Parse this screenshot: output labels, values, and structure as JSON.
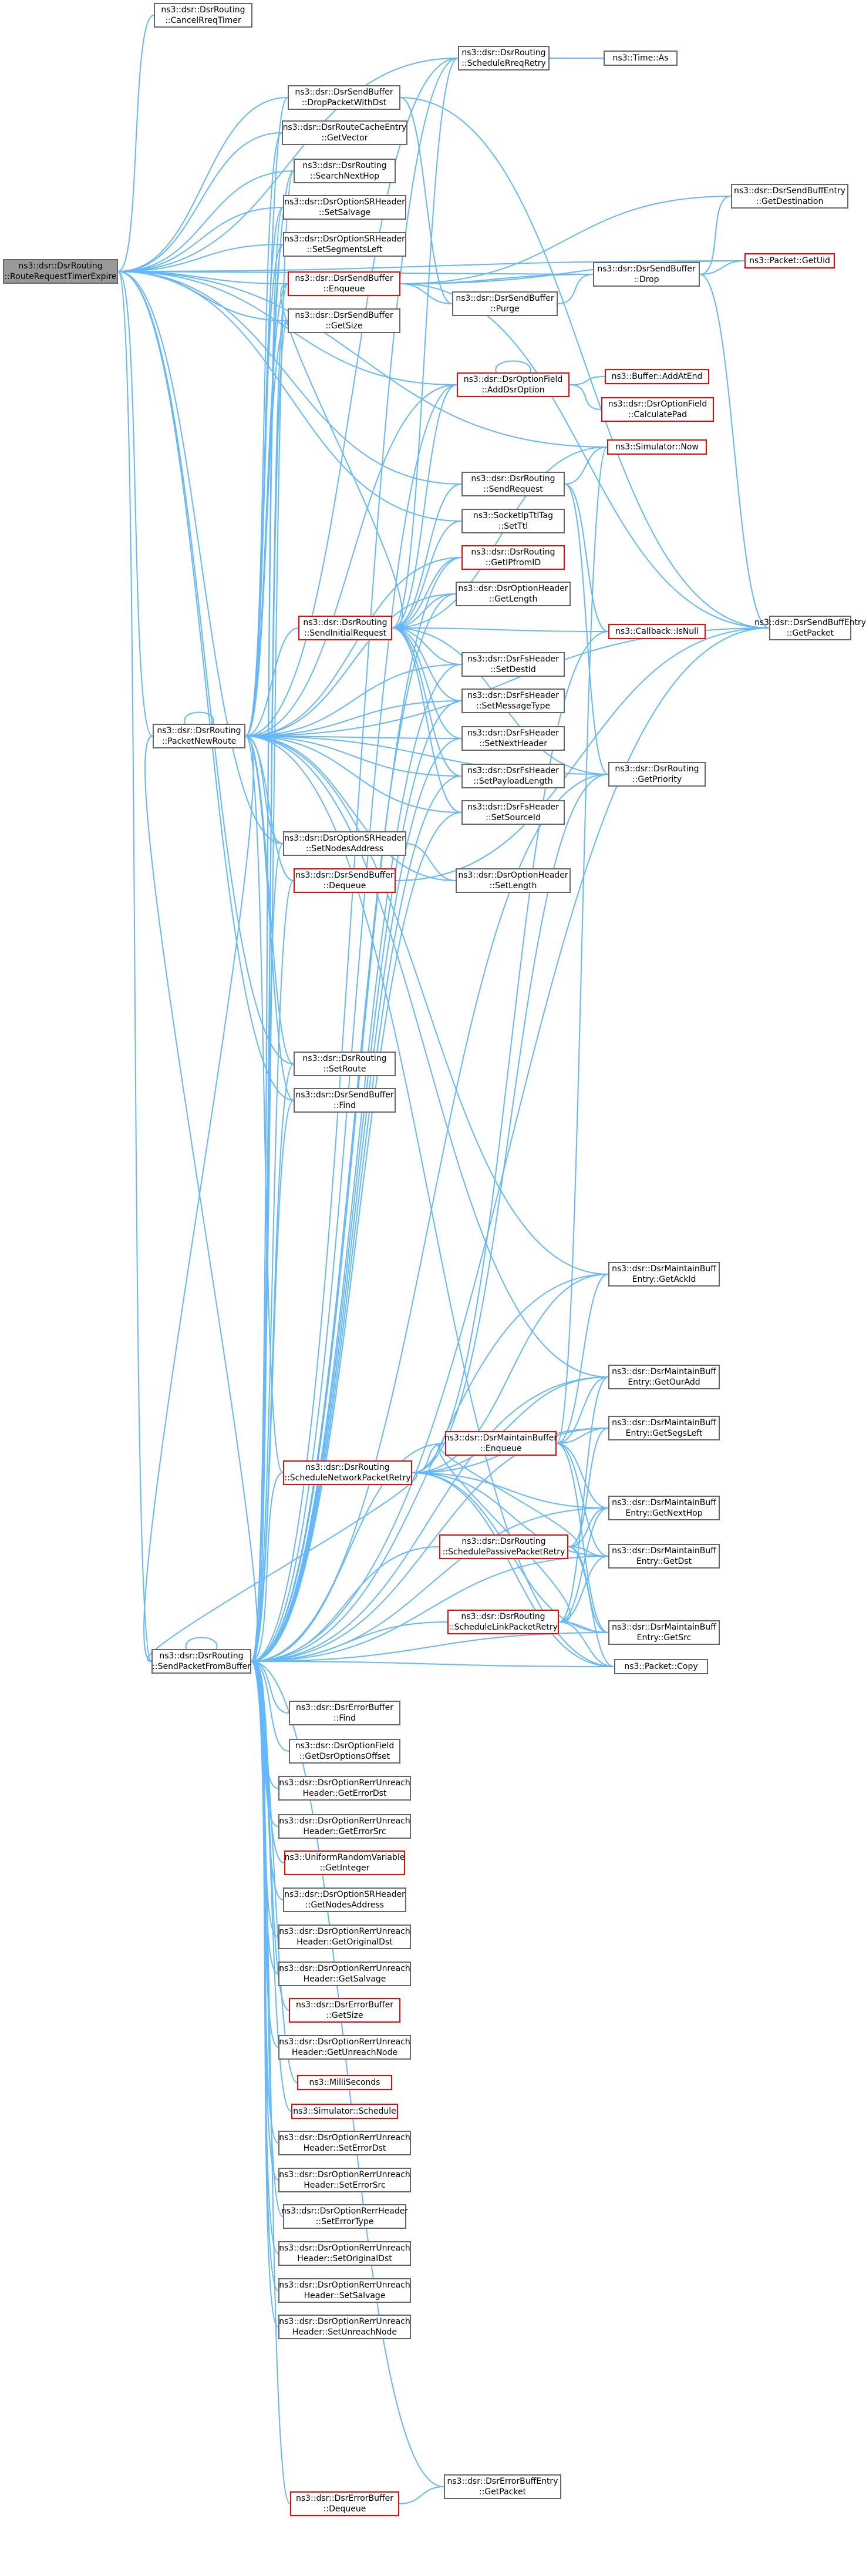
{
  "colors": {
    "edge": "#63b8ff",
    "node_border": "#666666",
    "node_border_highlight": "#ff0000",
    "root_fill": "#999999"
  },
  "nodes": {
    "root": {
      "lines": [
        "ns3::dsr::DsrRouting",
        "::RouteRequestTimerExpire"
      ],
      "style": "root"
    },
    "cancel_rreq": {
      "lines": [
        "ns3::dsr::DsrRouting",
        "::CancelRreqTimer"
      ],
      "style": "normal"
    },
    "sched_rreq": {
      "lines": [
        "ns3::dsr::DsrRouting",
        "::ScheduleRreqRetry"
      ],
      "style": "normal"
    },
    "time_as": {
      "lines": [
        "ns3::Time::As"
      ],
      "style": "normal"
    },
    "drop_withdst": {
      "lines": [
        "ns3::dsr::DsrSendBuffer",
        "::DropPacketWithDst"
      ],
      "style": "normal"
    },
    "rc_getvector": {
      "lines": [
        "ns3::dsr::DsrRouteCacheEntry",
        "::GetVector"
      ],
      "style": "normal"
    },
    "search_nexthop": {
      "lines": [
        "ns3::dsr::DsrRouting",
        "::SearchNextHop"
      ],
      "style": "normal"
    },
    "sr_setsalvage": {
      "lines": [
        "ns3::dsr::DsrOptionSRHeader",
        "::SetSalvage"
      ],
      "style": "normal"
    },
    "sr_setsegleft": {
      "lines": [
        "ns3::dsr::DsrOptionSRHeader",
        "::SetSegmentsLeft"
      ],
      "style": "normal"
    },
    "sb_enqueue": {
      "lines": [
        "ns3::dsr::DsrSendBuffer",
        "::Enqueue"
      ],
      "style": "red"
    },
    "sb_getsize": {
      "lines": [
        "ns3::dsr::DsrSendBuffer",
        "::GetSize"
      ],
      "style": "normal"
    },
    "sb_purge": {
      "lines": [
        "ns3::dsr::DsrSendBuffer",
        "::Purge"
      ],
      "style": "normal"
    },
    "sb_drop": {
      "lines": [
        "ns3::dsr::DsrSendBuffer",
        "::Drop"
      ],
      "style": "normal"
    },
    "sbe_getdest": {
      "lines": [
        "ns3::dsr::DsrSendBuffEntry",
        "::GetDestination"
      ],
      "style": "normal"
    },
    "pkt_getuid": {
      "lines": [
        "ns3::Packet::GetUid"
      ],
      "style": "red"
    },
    "of_adddsr": {
      "lines": [
        "ns3::dsr::DsrOptionField",
        "::AddDsrOption"
      ],
      "style": "red"
    },
    "buf_addatend": {
      "lines": [
        "ns3::Buffer::AddAtEnd"
      ],
      "style": "red"
    },
    "of_calcpad": {
      "lines": [
        "ns3::dsr::DsrOptionField",
        "::CalculatePad"
      ],
      "style": "red"
    },
    "sim_now": {
      "lines": [
        "ns3::Simulator::Now"
      ],
      "style": "red"
    },
    "send_request": {
      "lines": [
        "ns3::dsr::DsrRouting",
        "::SendRequest"
      ],
      "style": "normal"
    },
    "sock_setttl": {
      "lines": [
        "ns3::SocketIpTtlTag",
        "::SetTtl"
      ],
      "style": "normal"
    },
    "get_ipfromid": {
      "lines": [
        "ns3::dsr::DsrRouting",
        "::GetIPfromID"
      ],
      "style": "red"
    },
    "oh_getlength": {
      "lines": [
        "ns3::dsr::DsrOptionHeader",
        "::GetLength"
      ],
      "style": "normal"
    },
    "send_initial": {
      "lines": [
        "ns3::dsr::DsrRouting",
        "::SendInitialRequest"
      ],
      "style": "red"
    },
    "cb_isnull": {
      "lines": [
        "ns3::Callback::IsNull"
      ],
      "style": "red"
    },
    "sbe_getpacket": {
      "lines": [
        "ns3::dsr::DsrSendBuffEntry",
        "::GetPacket"
      ],
      "style": "normal"
    },
    "fs_setdestid": {
      "lines": [
        "ns3::dsr::DsrFsHeader",
        "::SetDestId"
      ],
      "style": "normal"
    },
    "packet_newroute": {
      "lines": [
        "ns3::dsr::DsrRouting",
        "::PacketNewRoute"
      ],
      "style": "normal"
    },
    "fs_setmsgtype": {
      "lines": [
        "ns3::dsr::DsrFsHeader",
        "::SetMessageType"
      ],
      "style": "normal"
    },
    "fs_setnexthdr": {
      "lines": [
        "ns3::dsr::DsrFsHeader",
        "::SetNextHeader"
      ],
      "style": "normal"
    },
    "get_priority": {
      "lines": [
        "ns3::dsr::DsrRouting",
        "::GetPriority"
      ],
      "style": "normal"
    },
    "fs_setpaylen": {
      "lines": [
        "ns3::dsr::DsrFsHeader",
        "::SetPayloadLength"
      ],
      "style": "normal"
    },
    "fs_setsrcid": {
      "lines": [
        "ns3::dsr::DsrFsHeader",
        "::SetSourceId"
      ],
      "style": "normal"
    },
    "sr_setnodes": {
      "lines": [
        "ns3::dsr::DsrOptionSRHeader",
        "::SetNodesAddress"
      ],
      "style": "normal"
    },
    "oh_setlength": {
      "lines": [
        "ns3::dsr::DsrOptionHeader",
        "::SetLength"
      ],
      "style": "normal"
    },
    "sb_dequeue": {
      "lines": [
        "ns3::dsr::DsrSendBuffer",
        "::Dequeue"
      ],
      "style": "red"
    },
    "set_route": {
      "lines": [
        "ns3::dsr::DsrRouting",
        "::SetRoute"
      ],
      "style": "normal"
    },
    "sb_find": {
      "lines": [
        "ns3::dsr::DsrSendBuffer",
        "::Find"
      ],
      "style": "normal"
    },
    "mbe_getackid": {
      "lines": [
        "ns3::dsr::DsrMaintainBuff",
        "Entry::GetAckId"
      ],
      "style": "normal"
    },
    "mbe_getouradd": {
      "lines": [
        "ns3::dsr::DsrMaintainBuff",
        "Entry::GetOurAdd"
      ],
      "style": "normal"
    },
    "mb_enqueue": {
      "lines": [
        "ns3::dsr::DsrMaintainBuffer",
        "::Enqueue"
      ],
      "style": "red"
    },
    "mbe_getsegleft": {
      "lines": [
        "ns3::dsr::DsrMaintainBuff",
        "Entry::GetSegsLeft"
      ],
      "style": "normal"
    },
    "sched_network": {
      "lines": [
        "ns3::dsr::DsrRouting",
        "::ScheduleNetworkPacketRetry"
      ],
      "style": "red"
    },
    "mbe_getnexthop": {
      "lines": [
        "ns3::dsr::DsrMaintainBuff",
        "Entry::GetNextHop"
      ],
      "style": "normal"
    },
    "sched_passive": {
      "lines": [
        "ns3::dsr::DsrRouting",
        "::SchedulePassivePacketRetry"
      ],
      "style": "red"
    },
    "mbe_getdst": {
      "lines": [
        "ns3::dsr::DsrMaintainBuff",
        "Entry::GetDst"
      ],
      "style": "normal"
    },
    "sched_link": {
      "lines": [
        "ns3::dsr::DsrRouting",
        "::ScheduleLinkPacketRetry"
      ],
      "style": "red"
    },
    "mbe_getsrc": {
      "lines": [
        "ns3::dsr::DsrMaintainBuff",
        "Entry::GetSrc"
      ],
      "style": "normal"
    },
    "send_frombuf": {
      "lines": [
        "ns3::dsr::DsrRouting",
        "::SendPacketFromBuffer"
      ],
      "style": "normal"
    },
    "pkt_copy": {
      "lines": [
        "ns3::Packet::Copy"
      ],
      "style": "normal"
    },
    "eb_find": {
      "lines": [
        "ns3::dsr::DsrErrorBuffer",
        "::Find"
      ],
      "style": "normal"
    },
    "of_getoffset": {
      "lines": [
        "ns3::dsr::DsrOptionField",
        "::GetDsrOptionsOffset"
      ],
      "style": "normal"
    },
    "ru_geterrdst": {
      "lines": [
        "ns3::dsr::DsrOptionRerrUnreach",
        "Header::GetErrorDst"
      ],
      "style": "normal"
    },
    "ru_geterrsrc": {
      "lines": [
        "ns3::dsr::DsrOptionRerrUnreach",
        "Header::GetErrorSrc"
      ],
      "style": "normal"
    },
    "urv_getint": {
      "lines": [
        "ns3::UniformRandomVariable",
        "::GetInteger"
      ],
      "style": "red"
    },
    "sr_getnodes": {
      "lines": [
        "ns3::dsr::DsrOptionSRHeader",
        "::GetNodesAddress"
      ],
      "style": "normal"
    },
    "ru_getorigdst": {
      "lines": [
        "ns3::dsr::DsrOptionRerrUnreach",
        "Header::GetOriginalDst"
      ],
      "style": "normal"
    },
    "ru_getsalvage": {
      "lines": [
        "ns3::dsr::DsrOptionRerrUnreach",
        "Header::GetSalvage"
      ],
      "style": "normal"
    },
    "eb_getsize": {
      "lines": [
        "ns3::dsr::DsrErrorBuffer",
        "::GetSize"
      ],
      "style": "red"
    },
    "ru_getunreach": {
      "lines": [
        "ns3::dsr::DsrOptionRerrUnreach",
        "Header::GetUnreachNode"
      ],
      "style": "normal"
    },
    "ms": {
      "lines": [
        "ns3::MilliSeconds"
      ],
      "style": "red"
    },
    "sim_schedule": {
      "lines": [
        "ns3::Simulator::Schedule"
      ],
      "style": "red"
    },
    "ru_seterrdst": {
      "lines": [
        "ns3::dsr::DsrOptionRerrUnreach",
        "Header::SetErrorDst"
      ],
      "style": "normal"
    },
    "ru_seterrsrc": {
      "lines": [
        "ns3::dsr::DsrOptionRerrUnreach",
        "Header::SetErrorSrc"
      ],
      "style": "normal"
    },
    "rh_seterrtype": {
      "lines": [
        "ns3::dsr::DsrOptionRerrHeader",
        "::SetErrorType"
      ],
      "style": "normal"
    },
    "ru_setorigdst": {
      "lines": [
        "ns3::dsr::DsrOptionRerrUnreach",
        "Header::SetOriginalDst"
      ],
      "style": "normal"
    },
    "ru_setsalvage": {
      "lines": [
        "ns3::dsr::DsrOptionRerrUnreach",
        "Header::SetSalvage"
      ],
      "style": "normal"
    },
    "ru_setunreach": {
      "lines": [
        "ns3::dsr::DsrOptionRerrUnreach",
        "Header::SetUnreachNode"
      ],
      "style": "normal"
    },
    "eb_dequeue": {
      "lines": [
        "ns3::dsr::DsrErrorBuffer",
        "::Dequeue"
      ],
      "style": "red"
    },
    "ebe_getpacket": {
      "lines": [
        "ns3::dsr::DsrErrorBuffEntry",
        "::GetPacket"
      ],
      "style": "normal"
    }
  },
  "edges": [
    [
      "root",
      "cancel_rreq"
    ],
    [
      "root",
      "sched_rreq"
    ],
    [
      "root",
      "drop_withdst"
    ],
    [
      "root",
      "rc_getvector"
    ],
    [
      "root",
      "search_nexthop"
    ],
    [
      "root",
      "sr_setsalvage"
    ],
    [
      "root",
      "sr_setsegleft"
    ],
    [
      "root",
      "sb_enqueue"
    ],
    [
      "root",
      "sb_getsize"
    ],
    [
      "root",
      "of_adddsr"
    ],
    [
      "root",
      "sim_now"
    ],
    [
      "root",
      "send_request"
    ],
    [
      "root",
      "sock_setttl"
    ],
    [
      "root",
      "packet_newroute"
    ],
    [
      "root",
      "sr_setnodes"
    ],
    [
      "root",
      "set_route"
    ],
    [
      "root",
      "sb_find"
    ],
    [
      "root",
      "send_frombuf"
    ],
    [
      "root",
      "sb_drop"
    ],
    [
      "root",
      "pkt_getuid"
    ],
    [
      "sched_rreq",
      "time_as"
    ],
    [
      "drop_withdst",
      "sb_purge"
    ],
    [
      "drop_withdst",
      "sbe_getpacket"
    ],
    [
      "sb_enqueue",
      "sb_purge"
    ],
    [
      "sb_enqueue",
      "sb_drop"
    ],
    [
      "sb_enqueue",
      "sbe_getdest"
    ],
    [
      "sb_enqueue",
      "pkt_getuid"
    ],
    [
      "sb_enqueue",
      "sbe_getpacket"
    ],
    [
      "sb_purge",
      "sb_drop"
    ],
    [
      "sb_drop",
      "sbe_getdest"
    ],
    [
      "sb_drop",
      "pkt_getuid"
    ],
    [
      "sb_drop",
      "sbe_getpacket"
    ],
    [
      "of_adddsr",
      "of_adddsr"
    ],
    [
      "of_adddsr",
      "buf_addatend"
    ],
    [
      "of_adddsr",
      "of_calcpad"
    ],
    [
      "send_request",
      "sim_now"
    ],
    [
      "send_request",
      "cb_isnull"
    ],
    [
      "send_request",
      "get_priority"
    ],
    [
      "send_initial",
      "sched_rreq"
    ],
    [
      "send_initial",
      "of_adddsr"
    ],
    [
      "send_initial",
      "get_ipfromid"
    ],
    [
      "send_initial",
      "oh_getlength"
    ],
    [
      "send_initial",
      "cb_isnull"
    ],
    [
      "send_initial",
      "fs_setdestid"
    ],
    [
      "send_initial",
      "fs_setmsgtype"
    ],
    [
      "send_initial",
      "fs_setnexthdr"
    ],
    [
      "send_initial",
      "fs_setpaylen"
    ],
    [
      "send_initial",
      "fs_setsrcid"
    ],
    [
      "send_initial",
      "sim_now"
    ],
    [
      "send_initial",
      "sock_setttl"
    ],
    [
      "send_initial",
      "send_request"
    ],
    [
      "send_initial",
      "get_priority"
    ],
    [
      "send_initial",
      "sb_enqueue"
    ],
    [
      "packet_newroute",
      "packet_newroute"
    ],
    [
      "packet_newroute",
      "send_initial"
    ],
    [
      "packet_newroute",
      "sched_rreq"
    ],
    [
      "packet_newroute",
      "drop_withdst"
    ],
    [
      "packet_newroute",
      "rc_getvector"
    ],
    [
      "packet_newroute",
      "search_nexthop"
    ],
    [
      "packet_newroute",
      "sr_setsalvage"
    ],
    [
      "packet_newroute",
      "sr_setsegleft"
    ],
    [
      "packet_newroute",
      "sb_enqueue"
    ],
    [
      "packet_newroute",
      "sb_getsize"
    ],
    [
      "packet_newroute",
      "of_adddsr"
    ],
    [
      "packet_newroute",
      "get_ipfromid"
    ],
    [
      "packet_newroute",
      "oh_getlength"
    ],
    [
      "packet_newroute",
      "fs_setdestid"
    ],
    [
      "packet_newroute",
      "fs_setmsgtype"
    ],
    [
      "packet_newroute",
      "fs_setnexthdr"
    ],
    [
      "packet_newroute",
      "fs_setpaylen"
    ],
    [
      "packet_newroute",
      "fs_setsrcid"
    ],
    [
      "packet_newroute",
      "sr_setnodes"
    ],
    [
      "packet_newroute",
      "oh_setlength"
    ],
    [
      "packet_newroute",
      "sb_dequeue"
    ],
    [
      "packet_newroute",
      "set_route"
    ],
    [
      "packet_newroute",
      "sb_find"
    ],
    [
      "packet_newroute",
      "send_frombuf"
    ],
    [
      "packet_newroute",
      "sched_network"
    ],
    [
      "packet_newroute",
      "get_priority"
    ],
    [
      "packet_newroute",
      "mbe_getackid"
    ],
    [
      "packet_newroute",
      "mbe_getouradd"
    ],
    [
      "packet_newroute",
      "pkt_copy"
    ],
    [
      "packet_newroute",
      "sbe_getpacket"
    ],
    [
      "sr_setnodes",
      "oh_setlength"
    ],
    [
      "sb_dequeue",
      "sbe_getpacket"
    ],
    [
      "mb_enqueue",
      "mbe_getackid"
    ],
    [
      "mb_enqueue",
      "mbe_getouradd"
    ],
    [
      "mb_enqueue",
      "mbe_getsegleft"
    ],
    [
      "mb_enqueue",
      "mbe_getnexthop"
    ],
    [
      "mb_enqueue",
      "mbe_getdst"
    ],
    [
      "mb_enqueue",
      "mbe_getsrc"
    ],
    [
      "mb_enqueue",
      "sim_now"
    ],
    [
      "sched_network",
      "mb_enqueue"
    ],
    [
      "sched_network",
      "mbe_getackid"
    ],
    [
      "sched_network",
      "mbe_getouradd"
    ],
    [
      "sched_network",
      "mbe_getsegleft"
    ],
    [
      "sched_network",
      "mbe_getnexthop"
    ],
    [
      "sched_network",
      "mbe_getdst"
    ],
    [
      "sched_network",
      "mbe_getsrc"
    ],
    [
      "sched_network",
      "pkt_copy"
    ],
    [
      "sched_network",
      "cb_isnull"
    ],
    [
      "sched_network",
      "get_priority"
    ],
    [
      "sched_network",
      "send_frombuf"
    ],
    [
      "sched_passive",
      "mb_enqueue"
    ],
    [
      "sched_passive",
      "mbe_getnexthop"
    ],
    [
      "sched_passive",
      "mbe_getdst"
    ],
    [
      "sched_passive",
      "mbe_getsrc"
    ],
    [
      "sched_passive",
      "mbe_getsegleft"
    ],
    [
      "sched_passive",
      "pkt_copy"
    ],
    [
      "sched_link",
      "mb_enqueue"
    ],
    [
      "sched_link",
      "mbe_getnexthop"
    ],
    [
      "sched_link",
      "mbe_getdst"
    ],
    [
      "sched_link",
      "mbe_getsrc"
    ],
    [
      "sched_link",
      "mbe_getouradd"
    ],
    [
      "sched_link",
      "pkt_copy"
    ],
    [
      "send_frombuf",
      "send_frombuf"
    ],
    [
      "send_frombuf",
      "packet_newroute"
    ],
    [
      "send_frombuf",
      "sched_rreq"
    ],
    [
      "send_frombuf",
      "sb_enqueue"
    ],
    [
      "send_frombuf",
      "of_adddsr"
    ],
    [
      "send_frombuf",
      "get_ipfromid"
    ],
    [
      "send_frombuf",
      "oh_getlength"
    ],
    [
      "send_frombuf",
      "fs_setdestid"
    ],
    [
      "send_frombuf",
      "fs_setmsgtype"
    ],
    [
      "send_frombuf",
      "fs_setnexthdr"
    ],
    [
      "send_frombuf",
      "fs_setpaylen"
    ],
    [
      "send_frombuf",
      "fs_setsrcid"
    ],
    [
      "send_frombuf",
      "sr_setnodes"
    ],
    [
      "send_frombuf",
      "sb_dequeue"
    ],
    [
      "send_frombuf",
      "set_route"
    ],
    [
      "send_frombuf",
      "sb_find"
    ],
    [
      "send_frombuf",
      "sr_setsalvage"
    ],
    [
      "send_frombuf",
      "sr_setsegleft"
    ],
    [
      "send_frombuf",
      "sb_getsize"
    ],
    [
      "send_frombuf",
      "search_nexthop"
    ],
    [
      "send_frombuf",
      "sched_network"
    ],
    [
      "send_frombuf",
      "sched_passive"
    ],
    [
      "send_frombuf",
      "sched_link"
    ],
    [
      "send_frombuf",
      "mb_enqueue"
    ],
    [
      "send_frombuf",
      "mbe_getackid"
    ],
    [
      "send_frombuf",
      "mbe_getouradd"
    ],
    [
      "send_frombuf",
      "mbe_getsegleft"
    ],
    [
      "send_frombuf",
      "mbe_getnexthop"
    ],
    [
      "send_frombuf",
      "mbe_getdst"
    ],
    [
      "send_frombuf",
      "mbe_getsrc"
    ],
    [
      "send_frombuf",
      "pkt_copy"
    ],
    [
      "send_frombuf",
      "get_priority"
    ],
    [
      "send_frombuf",
      "sbe_getpacket"
    ],
    [
      "send_frombuf",
      "eb_find"
    ],
    [
      "send_frombuf",
      "of_getoffset"
    ],
    [
      "send_frombuf",
      "ru_geterrdst"
    ],
    [
      "send_frombuf",
      "ru_geterrsrc"
    ],
    [
      "send_frombuf",
      "urv_getint"
    ],
    [
      "send_frombuf",
      "sr_getnodes"
    ],
    [
      "send_frombuf",
      "ru_getorigdst"
    ],
    [
      "send_frombuf",
      "ru_getsalvage"
    ],
    [
      "send_frombuf",
      "eb_getsize"
    ],
    [
      "send_frombuf",
      "ru_getunreach"
    ],
    [
      "send_frombuf",
      "ms"
    ],
    [
      "send_frombuf",
      "sim_schedule"
    ],
    [
      "send_frombuf",
      "ru_seterrdst"
    ],
    [
      "send_frombuf",
      "ru_seterrsrc"
    ],
    [
      "send_frombuf",
      "rh_seterrtype"
    ],
    [
      "send_frombuf",
      "ru_setorigdst"
    ],
    [
      "send_frombuf",
      "ru_setsalvage"
    ],
    [
      "send_frombuf",
      "ru_setunreach"
    ],
    [
      "send_frombuf",
      "eb_dequeue"
    ],
    [
      "send_frombuf",
      "ebe_getpacket"
    ],
    [
      "eb_dequeue",
      "ebe_getpacket"
    ]
  ]
}
